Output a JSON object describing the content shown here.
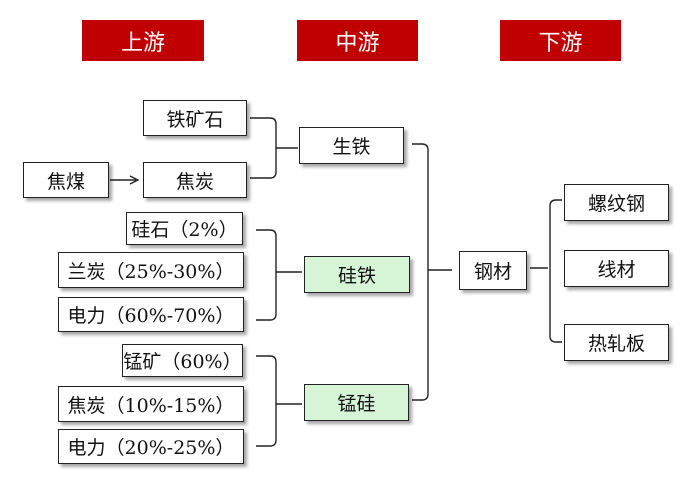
{
  "headers": {
    "upstream": "上游",
    "midstream": "中游",
    "downstream": "下游"
  },
  "upstream": {
    "iron_ore": "铁矿石",
    "coking_coal": "焦煤",
    "coke": "焦炭",
    "silica": "硅石（2%）",
    "semi_coke": "兰炭（25%-30%）",
    "power_ferrosilicon": "电力（60%-70%）",
    "manganese_ore": "锰矿（60%）",
    "coke_share": "焦炭（10%-15%）",
    "power_silicomanganese": "电力（20%-25%）"
  },
  "midstream": {
    "pig_iron": "生铁",
    "ferrosilicon": "硅铁",
    "silicomanganese": "锰硅",
    "steel": "钢材"
  },
  "downstream": {
    "rebar": "螺纹钢",
    "wire_rod": "线材",
    "hot_rolled_coil": "热轧板"
  },
  "colors": {
    "header_bg": "#c00000",
    "header_text": "#ffffff",
    "alloy_box_bg": "#d6f5d6"
  }
}
